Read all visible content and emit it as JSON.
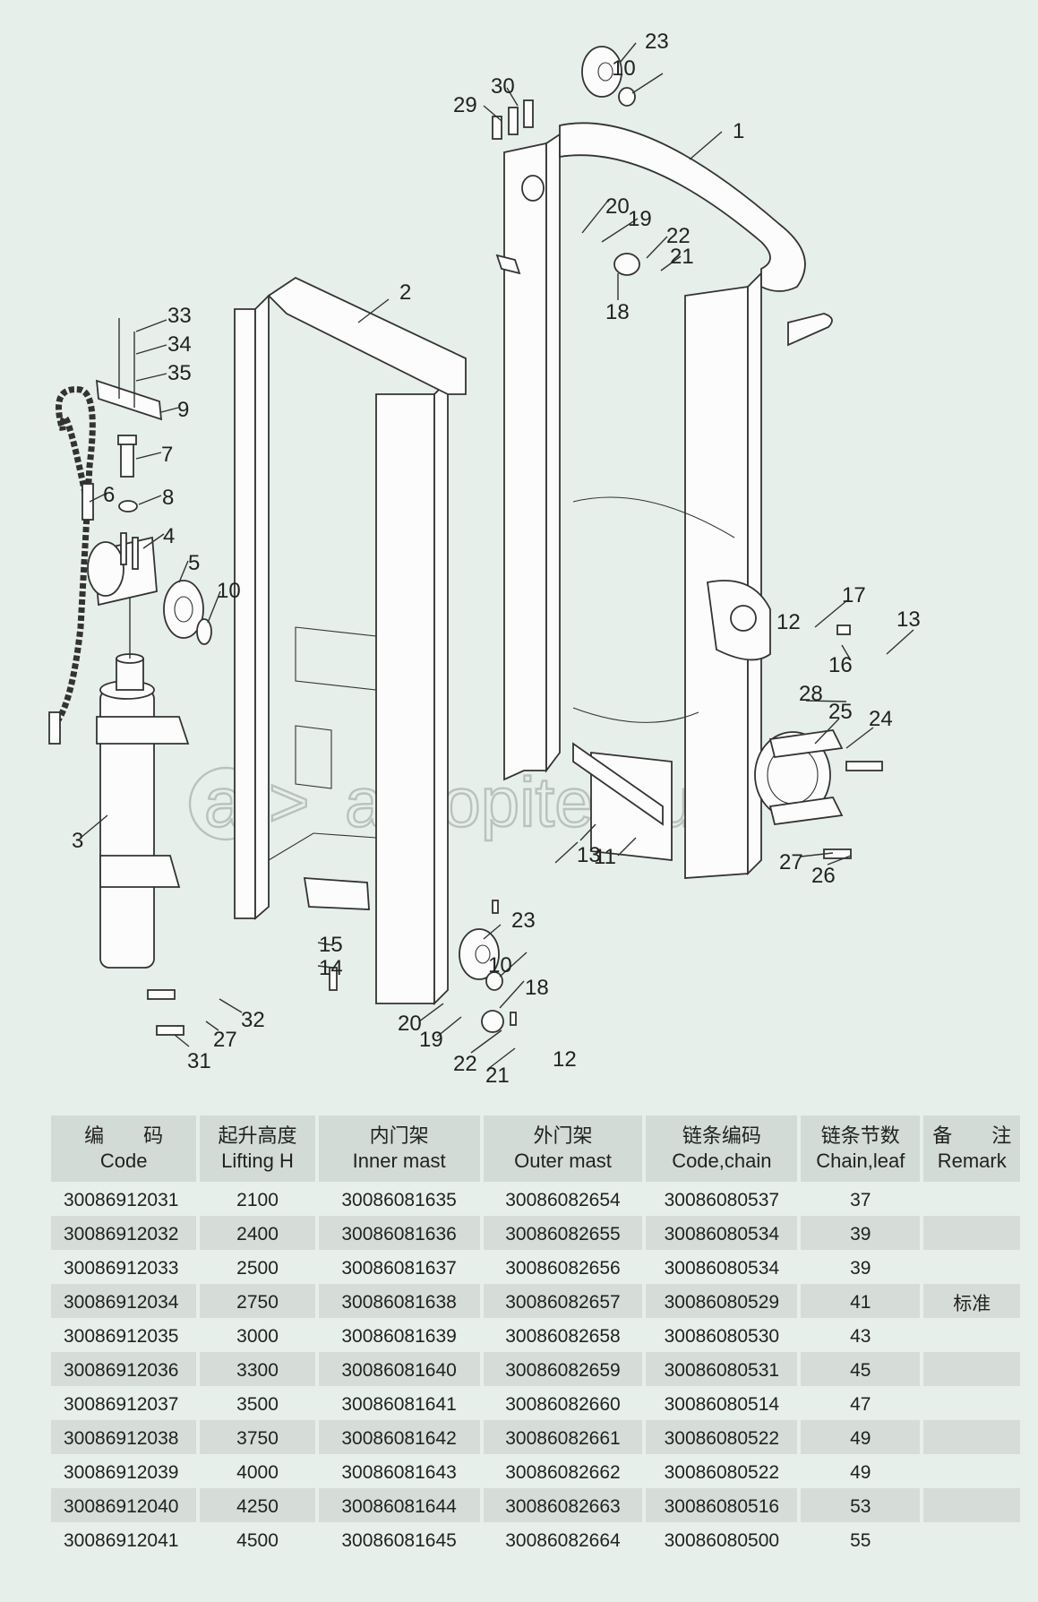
{
  "diagram": {
    "callouts": [
      "1",
      "2",
      "3",
      "4",
      "5",
      "6",
      "7",
      "8",
      "9",
      "10",
      "10",
      "10",
      "11",
      "12",
      "12",
      "13",
      "13",
      "14",
      "15",
      "16",
      "17",
      "18",
      "18",
      "19",
      "19",
      "20",
      "20",
      "21",
      "21",
      "22",
      "22",
      "23",
      "23",
      "24",
      "25",
      "26",
      "27",
      "27",
      "28",
      "29",
      "30",
      "31",
      "32",
      "33",
      "34",
      "35"
    ],
    "watermark": "autopiter.ru"
  },
  "table": {
    "headers": [
      {
        "cn": "编　　码",
        "en": "Code"
      },
      {
        "cn": "起升高度",
        "en": "Lifting H"
      },
      {
        "cn": "内门架",
        "en": "Inner mast"
      },
      {
        "cn": "外门架",
        "en": "Outer mast"
      },
      {
        "cn": "链条编码",
        "en": "Code,chain"
      },
      {
        "cn": "链条节数",
        "en": "Chain,leaf"
      },
      {
        "cn": "备　　注",
        "en": "Remark"
      }
    ],
    "rows": [
      [
        "30086912031",
        "2100",
        "30086081635",
        "30086082654",
        "30086080537",
        "37",
        ""
      ],
      [
        "30086912032",
        "2400",
        "30086081636",
        "30086082655",
        "30086080534",
        "39",
        ""
      ],
      [
        "30086912033",
        "2500",
        "30086081637",
        "30086082656",
        "30086080534",
        "39",
        ""
      ],
      [
        "30086912034",
        "2750",
        "30086081638",
        "30086082657",
        "30086080529",
        "41",
        "标准"
      ],
      [
        "30086912035",
        "3000",
        "30086081639",
        "30086082658",
        "30086080530",
        "43",
        ""
      ],
      [
        "30086912036",
        "3300",
        "30086081640",
        "30086082659",
        "30086080531",
        "45",
        ""
      ],
      [
        "30086912037",
        "3500",
        "30086081641",
        "30086082660",
        "30086080514",
        "47",
        ""
      ],
      [
        "30086912038",
        "3750",
        "30086081642",
        "30086082661",
        "30086080522",
        "49",
        ""
      ],
      [
        "30086912039",
        "4000",
        "30086081643",
        "30086082662",
        "30086080522",
        "49",
        ""
      ],
      [
        "30086912040",
        "4250",
        "30086081644",
        "30086082663",
        "30086080516",
        "53",
        ""
      ],
      [
        "30086912041",
        "4500",
        "30086081645",
        "30086082664",
        "30086080500",
        "55",
        ""
      ]
    ]
  }
}
